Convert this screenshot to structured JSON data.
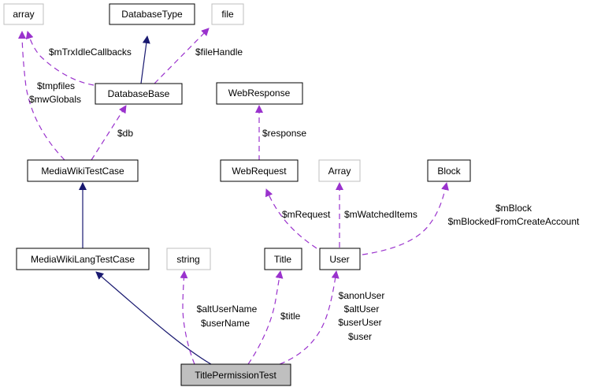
{
  "diagram": {
    "title": "TitlePermissionTest collaboration graph",
    "colors": {
      "inheritance_edge": "#191970",
      "usage_edge": "#9a32cd",
      "node_border": "#000000",
      "external_node_border": "#bfbfbf",
      "focus_node_fill": "#bfbfbf"
    },
    "nodes": {
      "array": {
        "label": "array",
        "kind": "external"
      },
      "database_type": {
        "label": "DatabaseType",
        "kind": "class"
      },
      "file": {
        "label": "file",
        "kind": "external"
      },
      "database_base": {
        "label": "DatabaseBase",
        "kind": "class"
      },
      "web_response": {
        "label": "WebResponse",
        "kind": "class"
      },
      "media_wiki_test_case": {
        "label": "MediaWikiTestCase",
        "kind": "class"
      },
      "web_request": {
        "label": "WebRequest",
        "kind": "class"
      },
      "array_cap": {
        "label": "Array",
        "kind": "external"
      },
      "block": {
        "label": "Block",
        "kind": "class"
      },
      "media_wiki_lang_test_case": {
        "label": "MediaWikiLangTestCase",
        "kind": "class"
      },
      "string": {
        "label": "string",
        "kind": "external"
      },
      "title": {
        "label": "Title",
        "kind": "class"
      },
      "user": {
        "label": "User",
        "kind": "class"
      },
      "title_permission_test": {
        "label": "TitlePermissionTest",
        "kind": "focus"
      }
    },
    "edges": [
      {
        "from": "database_base",
        "to": "database_type",
        "type": "inheritance"
      },
      {
        "from": "database_base",
        "to": "array",
        "type": "usage",
        "labels": [
          "$mTrxIdleCallbacks"
        ]
      },
      {
        "from": "database_base",
        "to": "file",
        "type": "usage",
        "labels": [
          "$fileHandle"
        ]
      },
      {
        "from": "media_wiki_test_case",
        "to": "array",
        "type": "usage",
        "labels": [
          "$tmpfiles",
          "$mwGlobals"
        ]
      },
      {
        "from": "media_wiki_test_case",
        "to": "database_base",
        "type": "usage",
        "labels": [
          "$db"
        ]
      },
      {
        "from": "web_request",
        "to": "web_response",
        "type": "usage",
        "labels": [
          "$response"
        ]
      },
      {
        "from": "media_wiki_lang_test_case",
        "to": "media_wiki_test_case",
        "type": "inheritance"
      },
      {
        "from": "user",
        "to": "web_request",
        "type": "usage",
        "labels": [
          "$mRequest"
        ]
      },
      {
        "from": "user",
        "to": "array_cap",
        "type": "usage",
        "labels": [
          "$mWatchedItems"
        ]
      },
      {
        "from": "user",
        "to": "block",
        "type": "usage",
        "labels": [
          "$mBlock",
          "$mBlockedFromCreateAccount"
        ]
      },
      {
        "from": "title_permission_test",
        "to": "media_wiki_lang_test_case",
        "type": "inheritance"
      },
      {
        "from": "title_permission_test",
        "to": "string",
        "type": "usage",
        "labels": [
          "$altUserName",
          "$userName"
        ]
      },
      {
        "from": "title_permission_test",
        "to": "title",
        "type": "usage",
        "labels": [
          "$title"
        ]
      },
      {
        "from": "title_permission_test",
        "to": "user",
        "type": "usage",
        "labels": [
          "$anonUser",
          "$altUser",
          "$userUser",
          "$user"
        ]
      }
    ]
  }
}
